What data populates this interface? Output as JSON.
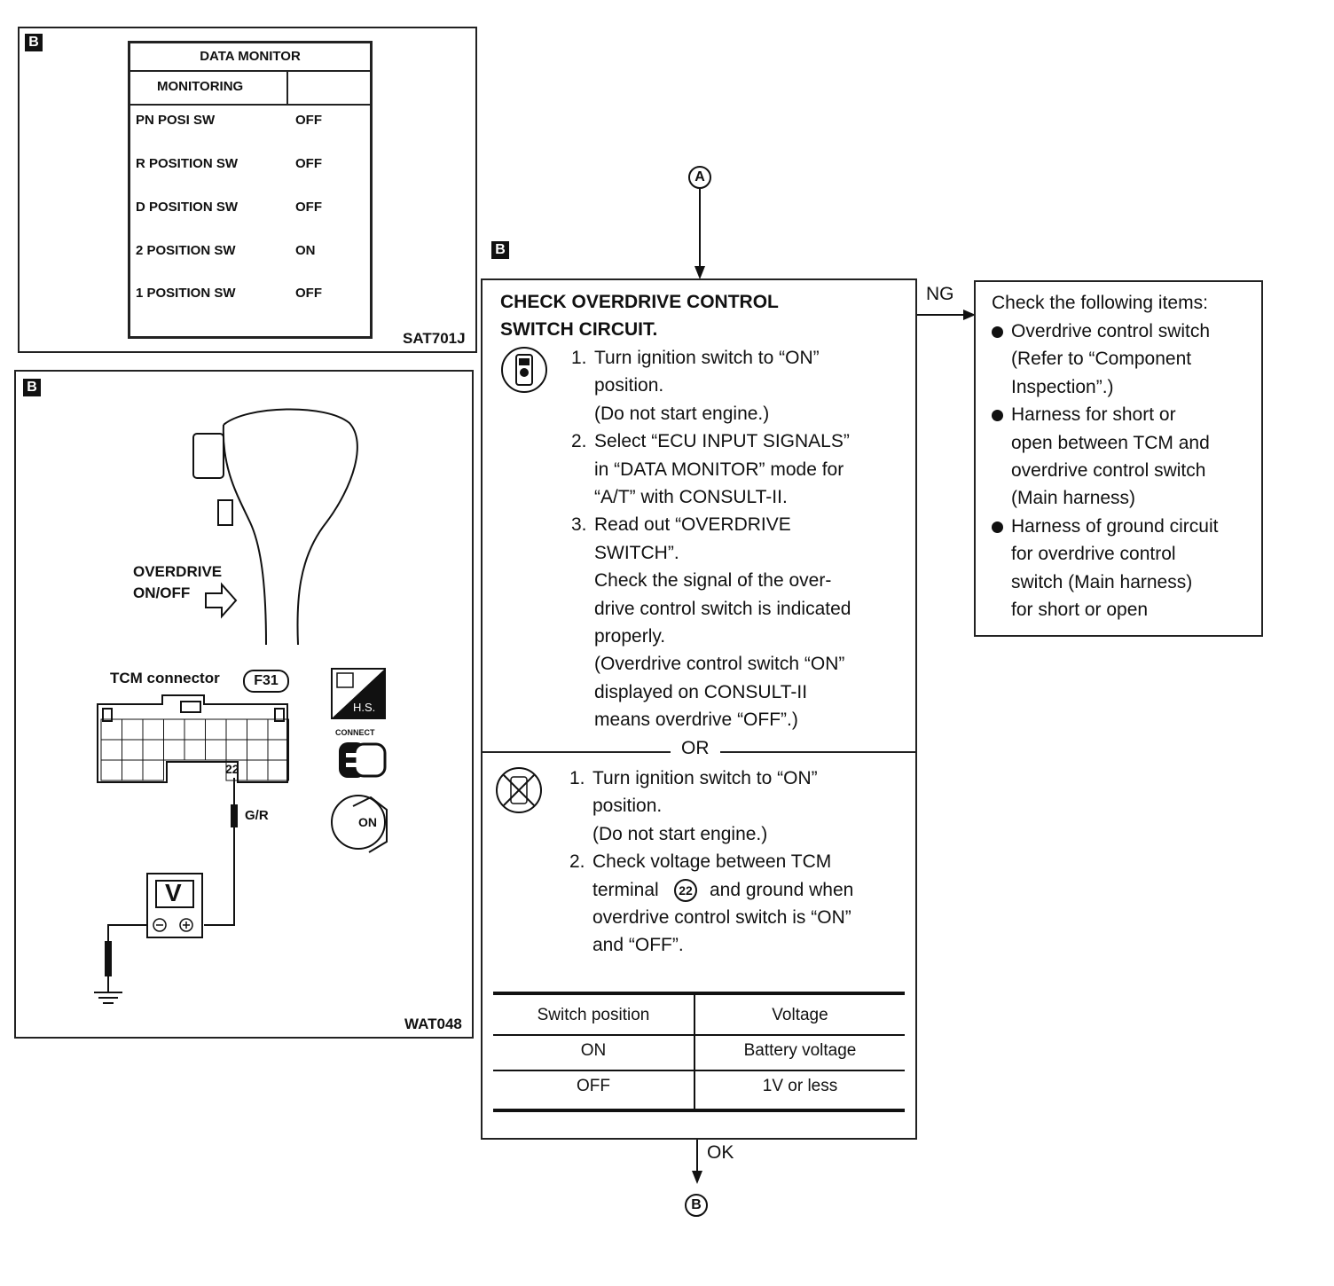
{
  "data_monitor_figure": {
    "marker": "B",
    "title": "DATA MONITOR",
    "header": "MONITORING",
    "rows": [
      {
        "label": "PN POSI SW",
        "value": "OFF"
      },
      {
        "label": "R POSITION SW",
        "value": "OFF"
      },
      {
        "label": "D POSITION SW",
        "value": "OFF"
      },
      {
        "label": "2 POSITION SW",
        "value": "ON"
      },
      {
        "label": "1 POSITION SW",
        "value": "OFF"
      }
    ],
    "figure_id": "SAT701J"
  },
  "wiring_figure": {
    "marker": "B",
    "overdrive_label_1": "OVERDRIVE",
    "overdrive_label_2": "ON/OFF",
    "tcm_connector_label": "TCM connector",
    "connector_id": "F31",
    "terminal": "22",
    "wire_color": "G/R",
    "meter_symbol": "V",
    "hs_label": "H.S.",
    "connect_label": "CONNECT",
    "key_label": "ON",
    "figure_id": "WAT048"
  },
  "flow": {
    "start_node": "A",
    "end_node": "B",
    "marker": "B",
    "ng_label": "NG",
    "ok_label": "OK"
  },
  "check_box": {
    "title_line1": "CHECK OVERDRIVE CONTROL",
    "title_line2": "SWITCH CIRCUIT.",
    "consult_steps": [
      {
        "num": "1.",
        "lines": [
          "Turn ignition switch to “ON”",
          "position.",
          "(Do not start engine.)"
        ]
      },
      {
        "num": "2.",
        "lines": [
          "Select “ECU INPUT SIGNALS”",
          "in “DATA MONITOR” mode for",
          "“A/T” with CONSULT-II."
        ]
      },
      {
        "num": "3.",
        "lines": [
          "Read out “OVERDRIVE",
          "SWITCH”.",
          "Check the signal of the over-",
          "drive control switch is indicated",
          "properly.",
          "(Overdrive control switch “ON”",
          "displayed on CONSULT-II",
          "means overdrive “OFF”.)"
        ]
      }
    ],
    "or_label": "OR",
    "manual_steps": [
      {
        "num": "1.",
        "lines": [
          "Turn ignition switch to “ON”",
          "position.",
          "(Do not start engine.)"
        ]
      },
      {
        "num": "2.",
        "lines": [
          "Check voltage between TCM",
          "terminal",
          "and ground when",
          "overdrive control switch is “ON”",
          "and “OFF”."
        ]
      }
    ],
    "terminal_circle": "22",
    "table": {
      "headers": [
        "Switch position",
        "Voltage"
      ],
      "rows": [
        [
          "ON",
          "Battery voltage"
        ],
        [
          "OFF",
          "1V or less"
        ]
      ]
    }
  },
  "ng_box": {
    "heading": "Check the following items:",
    "items": [
      [
        "Overdrive control switch",
        "(Refer to “Component",
        "Inspection”.)"
      ],
      [
        "Harness for short or",
        "open between TCM and",
        "overdrive control switch",
        "(Main harness)"
      ],
      [
        "Harness of ground circuit",
        "for overdrive control",
        "switch (Main harness)",
        "for short or open"
      ]
    ]
  }
}
